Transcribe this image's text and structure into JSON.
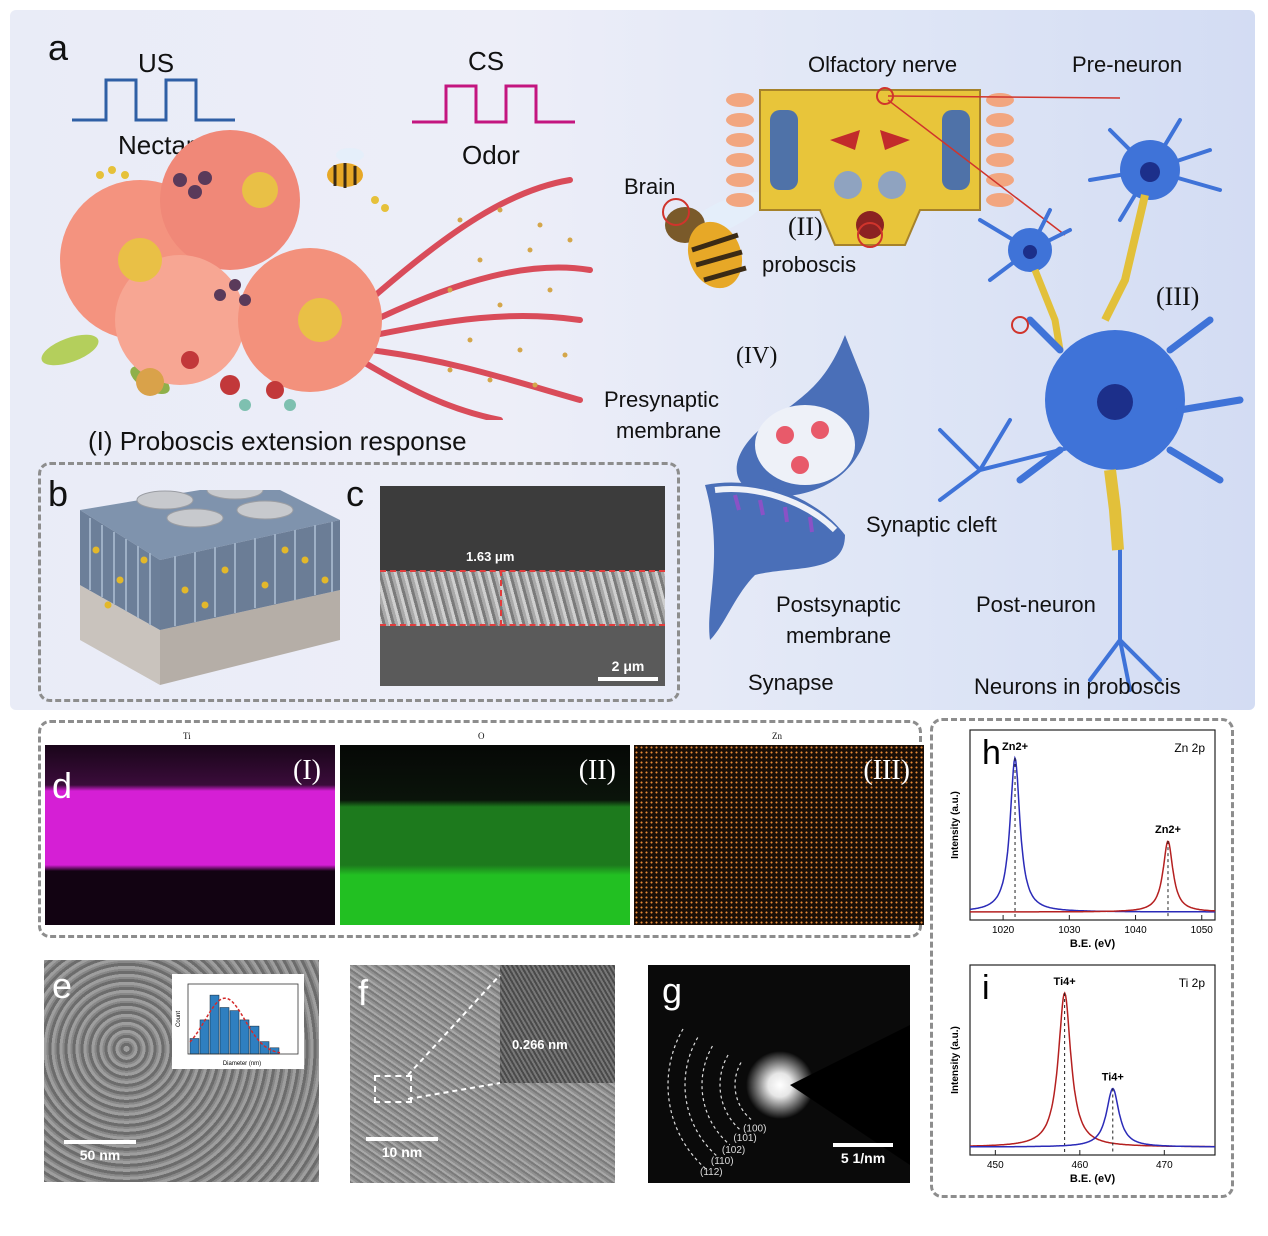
{
  "panel_a": {
    "letter": "a",
    "us_label": "US",
    "nectar_label": "Nectar",
    "cs_label": "CS",
    "odor_label": "Odor",
    "per_label": "(I) Proboscis extension response",
    "brain_label": "Brain",
    "olfactory_label": "Olfactory nerve",
    "ii_label": "(II)",
    "proboscis_label": "proboscis",
    "pre_neuron_label": "Pre-neuron",
    "iii_label": "(III)",
    "iv_label": "(IV)",
    "presyn_line1": "Presynaptic",
    "presyn_line2": "membrane",
    "cleft_label": "Synaptic cleft",
    "postsyn_line1": "Postsynaptic",
    "postsyn_line2": "membrane",
    "synapse_label": "Synapse",
    "post_neuron_label": "Post-neuron",
    "neurons_label": "Neurons in proboscis",
    "colors": {
      "us": "#2f5fa5",
      "cs": "#c3157f",
      "neuron": "#3f73d8",
      "flower": "#f08878"
    }
  },
  "panel_b": {
    "letter": "b"
  },
  "panel_c": {
    "letter": "c",
    "thickness_label": "1.63 μm",
    "scale_label": "2 μm"
  },
  "panel_d": {
    "letter": "d",
    "maps": [
      {
        "element": "Ti",
        "roman": "(I)",
        "color": "#d51fd5"
      },
      {
        "element": "O",
        "roman": "(II)",
        "color": "#22c022"
      },
      {
        "element": "Zn",
        "roman": "(III)",
        "color": "#e98a35"
      }
    ]
  },
  "panel_e": {
    "letter": "e",
    "scale_label": "50 nm",
    "inset_ylabel": "Count",
    "inset_xlabel": "Diameter (nm)"
  },
  "panel_f": {
    "letter": "f",
    "scale_label": "10 nm",
    "spacing_label": "0.266 nm"
  },
  "panel_g": {
    "letter": "g",
    "scale_label": "5 1/nm",
    "rings": [
      "(100)",
      "(101)",
      "(102)",
      "(110)",
      "(112)"
    ]
  },
  "chart_data": [
    {
      "type": "line",
      "panel": "h",
      "label": "Zn 2p",
      "xlabel": "B.E. (eV)",
      "ylabel": "Intensity (a.u.)",
      "xlim": [
        1015,
        1052
      ],
      "xticks": [
        1020,
        1030,
        1040,
        1050
      ],
      "peaks": [
        {
          "name": "Zn2+",
          "position": 1021.8,
          "height": 1.0,
          "color": "#2b2bb8"
        },
        {
          "name": "Zn2+",
          "position": 1044.9,
          "height": 0.46,
          "color": "#b52020"
        }
      ]
    },
    {
      "type": "line",
      "panel": "i",
      "label": "Ti 2p",
      "xlabel": "B.E. (eV)",
      "ylabel": "Intensity (a.u.)",
      "xlim": [
        447,
        476
      ],
      "xticks": [
        450,
        460,
        470
      ],
      "peaks": [
        {
          "name": "Ti4+",
          "position": 458.2,
          "height": 1.0,
          "color": "#b52020"
        },
        {
          "name": "Ti4+",
          "position": 463.9,
          "height": 0.38,
          "color": "#2b2bb8"
        }
      ]
    }
  ]
}
